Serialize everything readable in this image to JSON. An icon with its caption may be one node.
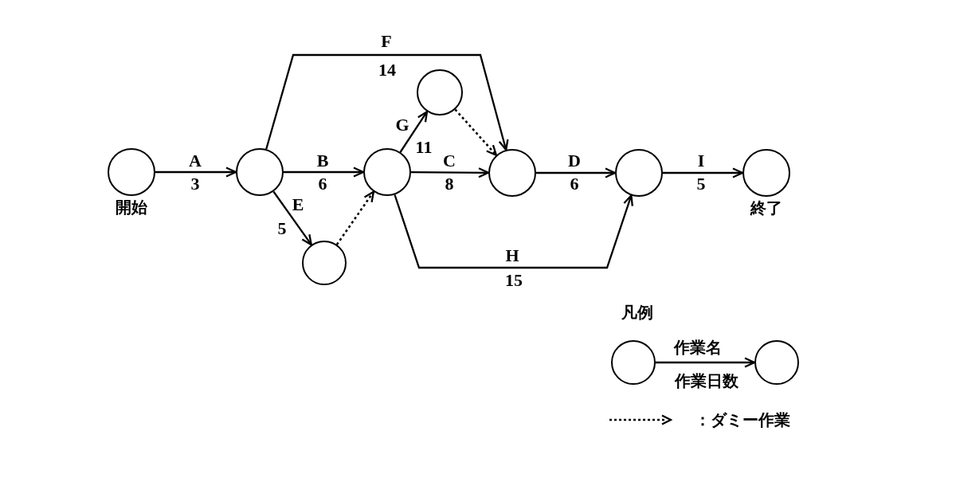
{
  "diagram": {
    "nodes": [
      {
        "text": [],
        "shape": "circle",
        "beside": [
          "開始"
        ]
      },
      {
        "text": [],
        "shape": "circle"
      },
      {
        "text": [],
        "shape": "circle"
      },
      {
        "text": [],
        "shape": "circle"
      },
      {
        "text": [],
        "shape": "circle"
      },
      {
        "text": [],
        "shape": "circle"
      },
      {
        "text": [],
        "shape": "circle",
        "beside": [
          "終了"
        ]
      },
      {
        "text": [],
        "shape": "circle"
      },
      {
        "text": [],
        "shape": "circle"
      },
      {
        "text": [],
        "shape": "circle"
      }
    ],
    "edges": [
      {
        "from": 0,
        "to": 1,
        "arrow": "to",
        "label": "A"
      },
      {
        "from": 1,
        "to": 2,
        "arrow": "to",
        "label": "B"
      },
      {
        "from": 1,
        "to": 7,
        "arrow": "to",
        "label": "E"
      },
      {
        "from": 1,
        "to": 4,
        "arrow": "to",
        "label": "F"
      },
      {
        "from": 7,
        "to": 2,
        "arrow": "to",
        "style": "dashed"
      },
      {
        "from": 2,
        "to": 3,
        "arrow": "to",
        "label": "G"
      },
      {
        "from": 2,
        "to": 4,
        "arrow": "to",
        "label": "C"
      },
      {
        "from": 2,
        "to": 5,
        "arrow": "to",
        "label": "H"
      },
      {
        "from": 3,
        "to": 4,
        "arrow": "to",
        "style": "dashed"
      },
      {
        "from": 4,
        "to": 5,
        "arrow": "to",
        "label": "D"
      },
      {
        "from": 5,
        "to": 6,
        "arrow": "to",
        "label": "I"
      },
      {
        "from": 8,
        "to": 9,
        "arrow": "to",
        "label": "作業名"
      }
    ],
    "labels": [
      "14",
      "11",
      "3",
      "6",
      "8",
      "6",
      "5",
      "5",
      "15",
      "凡例",
      "作業日数"
    ],
    "legend": [
      {
        "text": "：ダミー作業"
      }
    ]
  }
}
